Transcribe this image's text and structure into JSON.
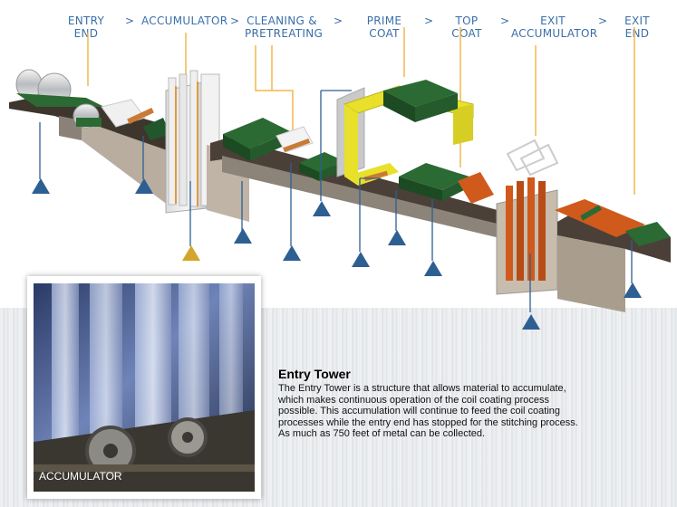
{
  "process_steps": [
    {
      "label": "ENTRY END"
    },
    {
      "label": "ACCUMULATOR"
    },
    {
      "label": "CLEANING &\nPRETREATING"
    },
    {
      "label": "PRIME COAT"
    },
    {
      "label": "TOP COAT"
    },
    {
      "label": "EXIT\nACCUMULATOR"
    },
    {
      "label": "EXIT END"
    }
  ],
  "separator": ">",
  "photo": {
    "caption": "ACCUMULATOR"
  },
  "info": {
    "title": "Entry Tower",
    "body": "The Entry Tower is a structure that allows material to accumulate, which makes continuous operation of the coil coating process possible.  This accumulation will continue to feed the coil coating processes while the entry end has stopped for the stitching process.  As much as 750 feet of metal can be collected."
  },
  "colors": {
    "step_text": "#3a6fa8",
    "marker_default": "#2e5f92",
    "marker_selected": "#d4a52a",
    "leader_line": "#f0b84a",
    "line_base": "#4a4038",
    "tower_green": "#22572e",
    "oven_yellow": "#e8e02a",
    "exit_orange": "#cf5a1c"
  },
  "markers": [
    {
      "id": "payoff-reels",
      "selected": false
    },
    {
      "id": "stitcher",
      "selected": false
    },
    {
      "id": "entry-accumulator",
      "selected": true
    },
    {
      "id": "cleaning-section",
      "selected": false
    },
    {
      "id": "pretreat-rinse",
      "selected": false
    },
    {
      "id": "dryer",
      "selected": false
    },
    {
      "id": "prime-coater",
      "selected": false
    },
    {
      "id": "prime-oven",
      "selected": false
    },
    {
      "id": "top-coater",
      "selected": false
    },
    {
      "id": "top-oven",
      "selected": false
    },
    {
      "id": "exit-accumulator",
      "selected": false
    },
    {
      "id": "recoiler",
      "selected": false
    }
  ]
}
